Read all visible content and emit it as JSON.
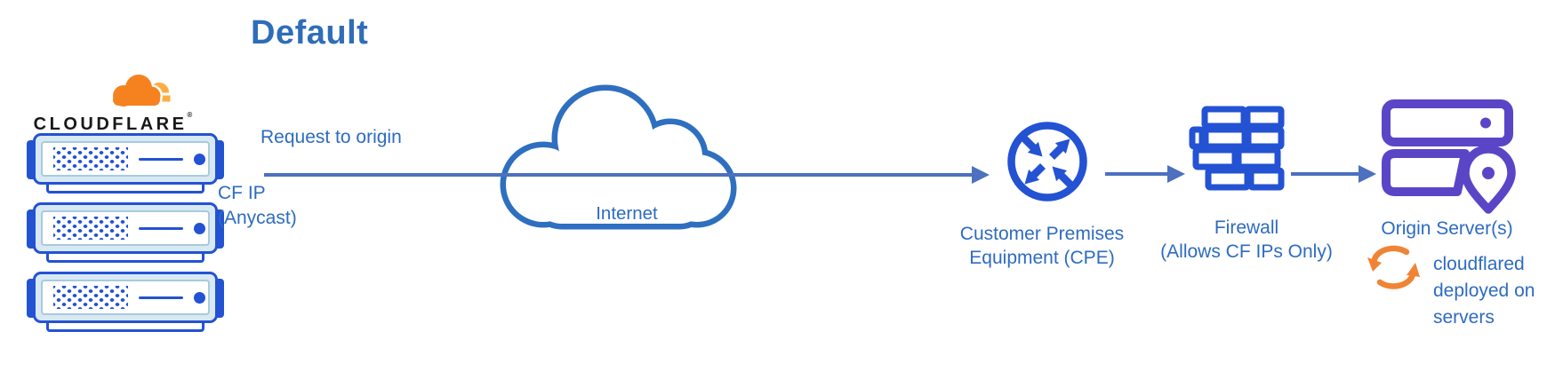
{
  "title": "Default",
  "colors": {
    "title_blue": "#2f6db8",
    "label_blue": "#2d6bc1",
    "icon_blue": "#2352d3",
    "arrow_blue": "#4d70bf",
    "cloud_stroke": "#2e6fc0",
    "purple": "#5b45c7",
    "brand_orange": "#f6821f",
    "brand_orange_light": "#fbad41",
    "refresh_orange": "#f08434",
    "server_fill": "#d8e9f3",
    "panel_border": "#a8cade",
    "wordmark_black": "#17181a"
  },
  "cloudflare_node": {
    "wordmark": "CLOUDFLARE",
    "registered_mark": "®"
  },
  "request_edge": {
    "label": "Request to origin",
    "sublabel_line1": "CF IP",
    "sublabel_line2": "(Anycast)"
  },
  "internet_node": {
    "label": "Internet"
  },
  "cpe_node": {
    "label_line1": "Customer Premises",
    "label_line2": "Equipment (CPE)"
  },
  "firewall_node": {
    "label_line1": "Firewall",
    "label_line2": "(Allows CF IPs Only)"
  },
  "origin_node": {
    "label": "Origin Server(s)",
    "note_line1": "cloudflared",
    "note_line2": "deployed on",
    "note_line3": "servers"
  }
}
